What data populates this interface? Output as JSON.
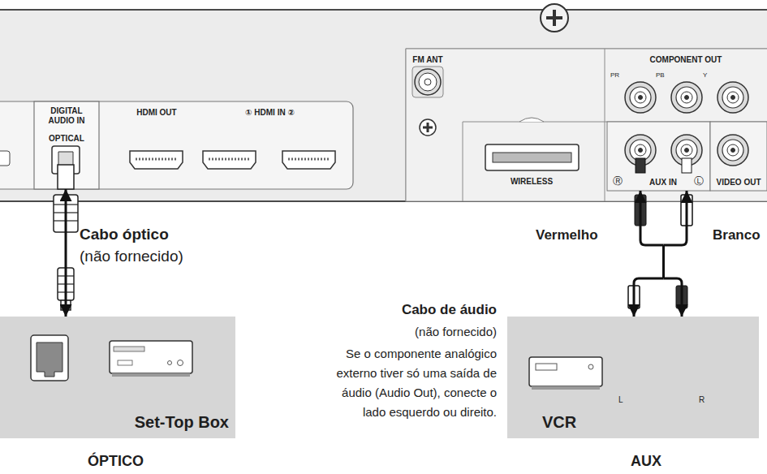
{
  "diagram": {
    "nodes": [
      {
        "text": [
          "DIGITAL AUDIO IN",
          "OPTICAL"
        ]
      },
      {
        "text": [
          "Ⓡ",
          "AUX IN",
          "Ⓛ"
        ]
      },
      {
        "text": [
          "Set-Top Box",
          "ÓPTICO"
        ]
      },
      {
        "text": [
          "VCR",
          "AUX"
        ]
      }
    ],
    "edges": [
      {
        "from": 0,
        "to": 2,
        "arrow": "both"
      },
      {
        "from": 1,
        "to": 3,
        "arrow": "both"
      }
    ],
    "labels": [
      "HDMI OUT",
      "① HDMI IN ②",
      "FM ANT",
      "COMPONENT OUT",
      "PR",
      "PB",
      "Y",
      "WIRELESS",
      "VIDEO OUT",
      "Cabo óptico",
      "(não fornecido)",
      "Vermelho",
      "Branco",
      "Cabo de áudio",
      "(não fornecido)",
      "Se o componente analógico externo tiver só uma saída de áudio (Audio Out), conecte o lado esquerdo ou direito.",
      "L",
      "R"
    ]
  }
}
